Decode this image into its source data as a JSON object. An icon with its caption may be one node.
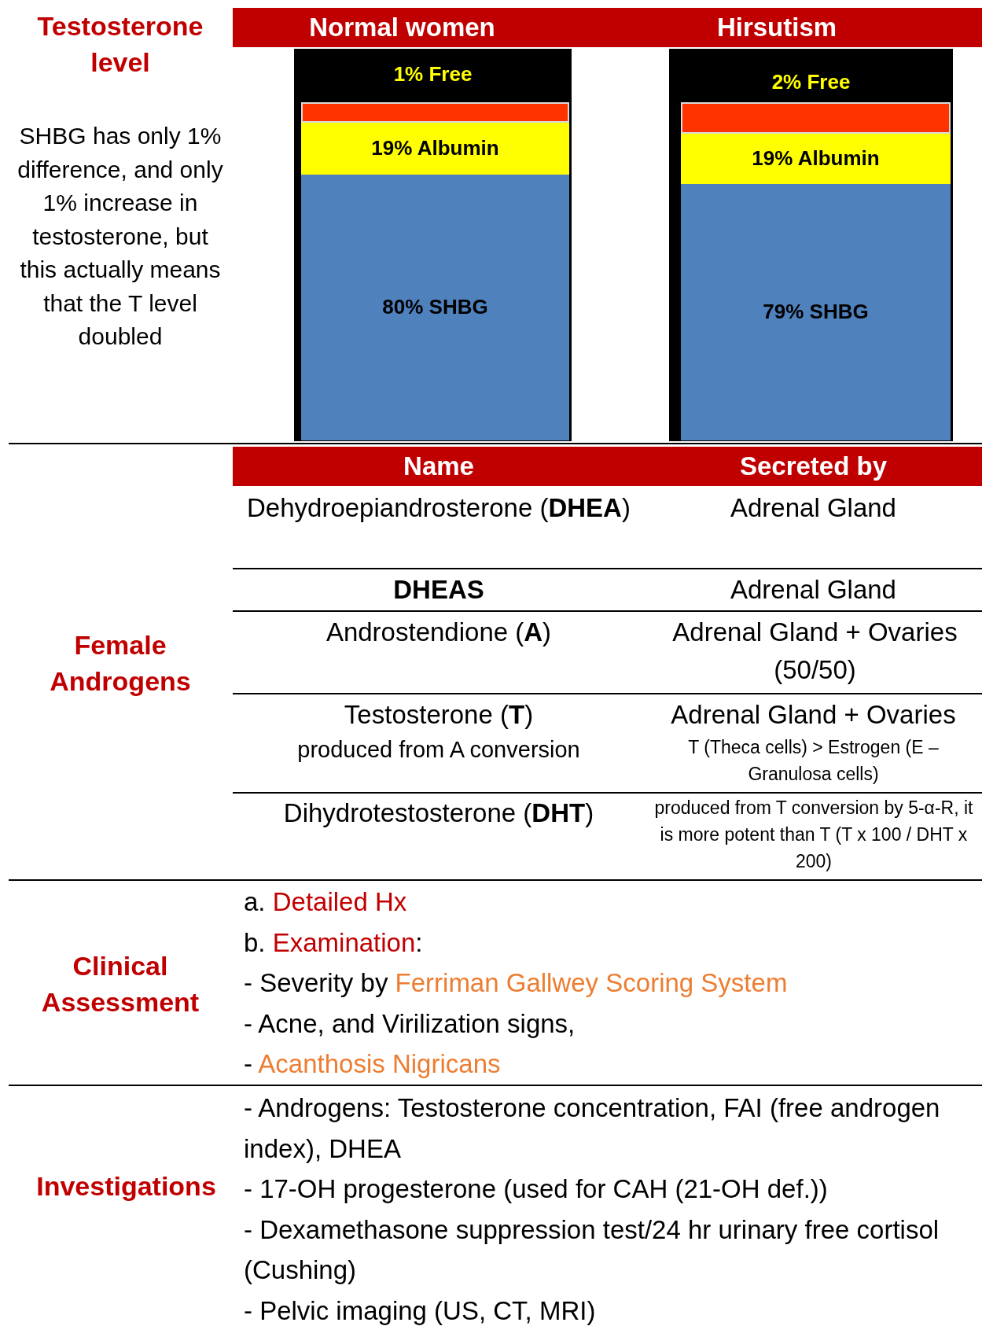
{
  "diagram": {
    "nodes": [
      {
        "text": [
          "1% Free"
        ]
      },
      {
        "text": [],
        "shape": "bar",
        "in": 0
      },
      {
        "text": [
          "19% Albumin"
        ],
        "in": 0
      },
      {
        "text": [
          "80% SHBG"
        ],
        "in": 0
      },
      {
        "text": [
          "2% Free"
        ]
      },
      {
        "text": [],
        "shape": "bar",
        "in": 4
      },
      {
        "text": [
          "19% Albumin"
        ],
        "in": 4
      },
      {
        "text": [
          "79% SHBG"
        ],
        "in": 4
      }
    ],
    "labels": [
      "Testosterone level",
      "Normal women",
      "Hirsutism",
      "SHBG has only 1% difference, and only 1% increase in testosterone, but this actually means that the T level doubled",
      "Female Androgens",
      "Name",
      "Secreted by",
      "Dehydroepiandrosterone (**DHEA**)",
      "Adrenal Gland",
      "DHEAS",
      "Adrenal Gland",
      "Androstendione (**A**)",
      "Adrenal Gland + Ovaries (50/50)",
      "Testosterone (**T**)",
      "produced from A conversion",
      "Adrenal Gland + Ovaries",
      "T (Theca cells) > Estrogen (E – Granulosa cells)",
      "Dihydrotestosterone (**DHT**)",
      "produced from T conversion by 5-α-R, it is more potent than T (T x 100 / DHT x 200)",
      "Clinical Assessment",
      "a.",
      "Detailed Hx",
      "b.",
      "Examination",
      ":",
      "- Severity by",
      "Ferriman Gallwey Scoring System",
      "- Acne, and Virilization signs,",
      "-",
      "Acanthosis Nigricans",
      "Investigations",
      "- Androgens: Testosterone concentration, FAI (free androgen index), DHEA",
      "- 17-OH progesterone (used for CAH (21-OH def.))",
      "- Dexamethasone suppression test/24 hr urinary free cortisol (Cushing)",
      "- Pelvic imaging (US, CT, MRI)"
    ]
  }
}
